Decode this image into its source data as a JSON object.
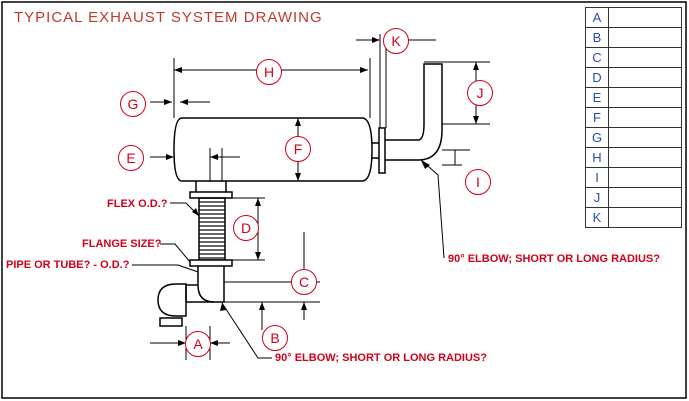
{
  "title": "TYPICAL EXHAUST SYSTEM DRAWING",
  "callouts": {
    "flex_od": "FLEX O.D.?",
    "flange_size": "FLANGE SIZE?",
    "pipe_or_tube": "PIPE OR TUBE? - O.D.?",
    "elbow_upper": "90° ELBOW; SHORT OR LONG RADIUS?",
    "elbow_lower": "90° ELBOW; SHORT OR LONG RADIUS?"
  },
  "dimensions": {
    "a": "A",
    "b": "B",
    "c": "C",
    "d": "D",
    "e": "E",
    "f": "F",
    "g": "G",
    "h": "H",
    "i": "I",
    "j": "J",
    "k": "K"
  },
  "legend_rows": [
    {
      "key": "A",
      "value": ""
    },
    {
      "key": "B",
      "value": ""
    },
    {
      "key": "C",
      "value": ""
    },
    {
      "key": "D",
      "value": ""
    },
    {
      "key": "E",
      "value": ""
    },
    {
      "key": "F",
      "value": ""
    },
    {
      "key": "G",
      "value": ""
    },
    {
      "key": "H",
      "value": ""
    },
    {
      "key": "I",
      "value": ""
    },
    {
      "key": "J",
      "value": ""
    },
    {
      "key": "K",
      "value": ""
    }
  ],
  "colors": {
    "drawing_line": "#000000",
    "dimension_text": "#d0021b",
    "title_text": "#c0392b",
    "legend_text": "#2a4db0"
  }
}
